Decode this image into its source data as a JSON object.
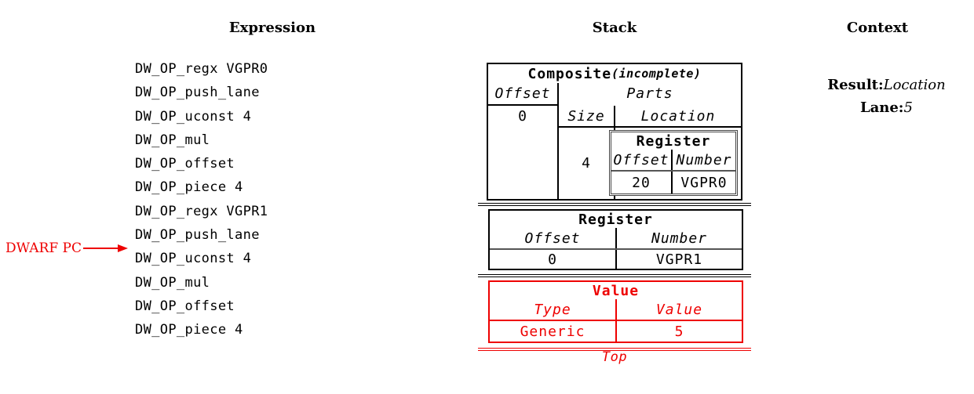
{
  "palette": {
    "accent_red": "#ee0000",
    "text_black": "#000000",
    "rule_gray": "#555555"
  },
  "expression": {
    "header": "Expression",
    "items": [
      "DW_OP_regx VGPR0",
      "DW_OP_push_lane",
      "DW_OP_uconst 4",
      "DW_OP_mul",
      "DW_OP_offset",
      "DW_OP_piece 4",
      "DW_OP_regx VGPR1",
      "DW_OP_push_lane",
      "DW_OP_uconst 4",
      "DW_OP_mul",
      "DW_OP_offset",
      "DW_OP_piece 4"
    ],
    "pc": {
      "label": "DWARF PC",
      "target_index": 8,
      "target_op": "DW_OP_uconst 4"
    }
  },
  "stack": {
    "header": "Stack",
    "top_label": "Top",
    "entries": [
      {
        "kind": "composite",
        "title": "Composite",
        "qualifier": "(incomplete)",
        "offset_header": "Offset",
        "parts_header": "Parts",
        "offset_value": "0",
        "size_header": "Size",
        "location_header": "Location",
        "part": {
          "size": "4",
          "location": {
            "title": "Register",
            "col1_header": "Offset",
            "col2_header": "Number",
            "col1_value": "20",
            "col2_value": "VGPR0"
          }
        }
      },
      {
        "kind": "register",
        "title": "Register",
        "col1_header": "Offset",
        "col2_header": "Number",
        "col1_value": "0",
        "col2_value": "VGPR1"
      },
      {
        "kind": "value",
        "title": "Value",
        "col1_header": "Type",
        "col2_header": "Value",
        "col1_value": "Generic",
        "col2_value": "5",
        "highlighted": true
      }
    ]
  },
  "context": {
    "header": "Context",
    "fields": [
      {
        "label": "Result:",
        "value": "Location"
      },
      {
        "label": "Lane:",
        "value": "5"
      }
    ]
  }
}
